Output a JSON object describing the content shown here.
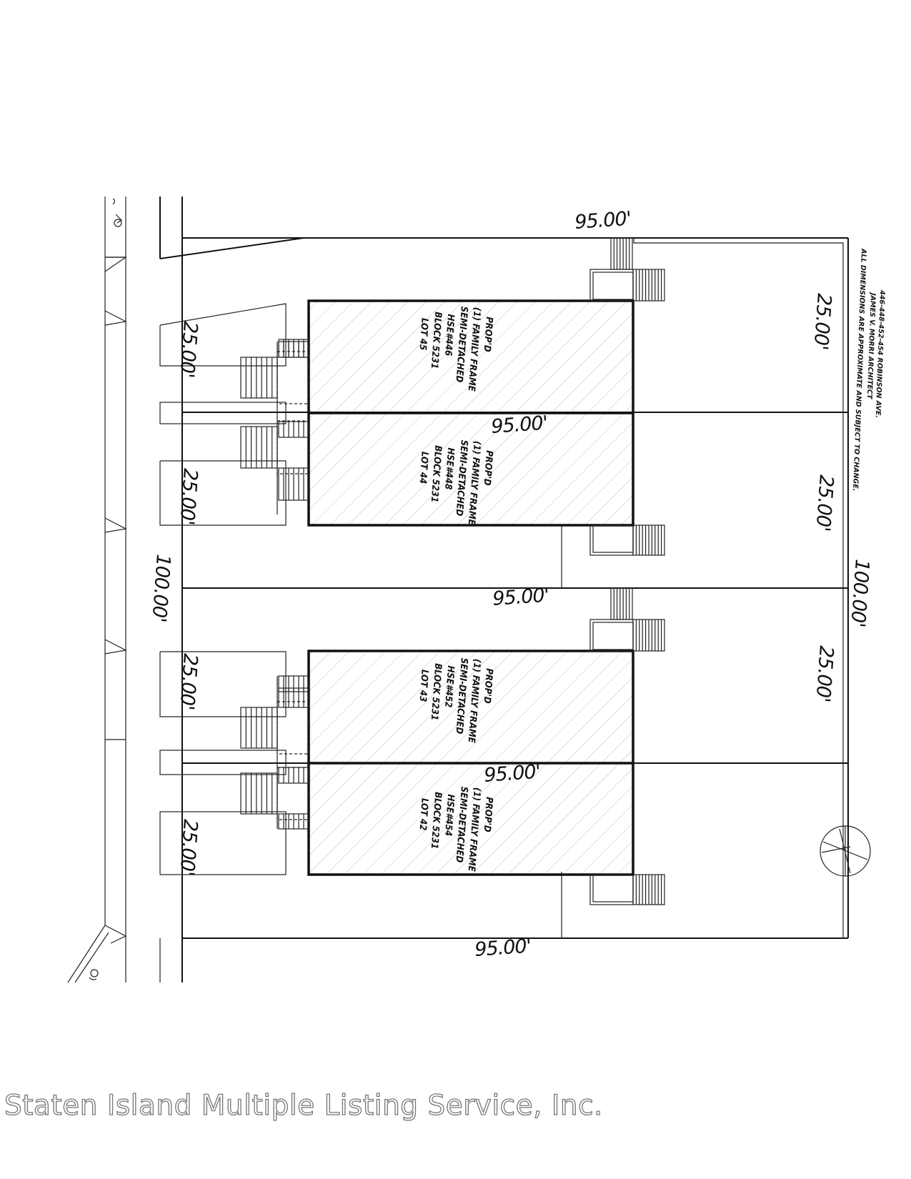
{
  "notes": {
    "address": "446-448-452-454 ROBINSON AVE.",
    "architect": "JAMES V. MORRI ARCHITECT",
    "disclaimer": "ALL DIMENSIONS ARE APPROXIMATE AND SUBJECT TO CHANGE."
  },
  "dimensions": {
    "top_depth": "95.00'",
    "upper_mid_depth": "95.00'",
    "center_depth": "95.00'",
    "lower_mid_depth": "95.00'",
    "bottom_depth": "95.00'",
    "left_total": "100.00'",
    "right_total": "100.00'",
    "left_w_1": "25.00'",
    "left_w_2": "25.00'",
    "left_w_3": "25.00'",
    "left_w_4": "25.00'",
    "right_w_1": "25.00'",
    "right_w_2": "25.00'",
    "right_w_3": "25.00'"
  },
  "lots": [
    {
      "l1": "PROP'D",
      "l2": "(1) FAMILY FRAME",
      "l3": "SEMI-DETACHED",
      "l4": "HSE#446",
      "l5": "BLOCK 5231",
      "l6": "LOT 45"
    },
    {
      "l1": "PROP'D",
      "l2": "(1) FAMILY FRAME",
      "l3": "SEMI-DETACHED",
      "l4": "HSE#448",
      "l5": "BLOCK 5231",
      "l6": "LOT 44"
    },
    {
      "l1": "PROP'D",
      "l2": "(1) FAMILY FRAME",
      "l3": "SEMI-DETACHED",
      "l4": "HSE#452",
      "l5": "BLOCK 5231",
      "l6": "LOT 43"
    },
    {
      "l1": "PROP'D",
      "l2": "(1) FAMILY FRAME",
      "l3": "SEMI-DETACHED",
      "l4": "HSE#454",
      "l5": "BLOCK 5231",
      "l6": "LOT 42"
    }
  ],
  "watermark": "Staten Island Multiple Listing Service, Inc."
}
